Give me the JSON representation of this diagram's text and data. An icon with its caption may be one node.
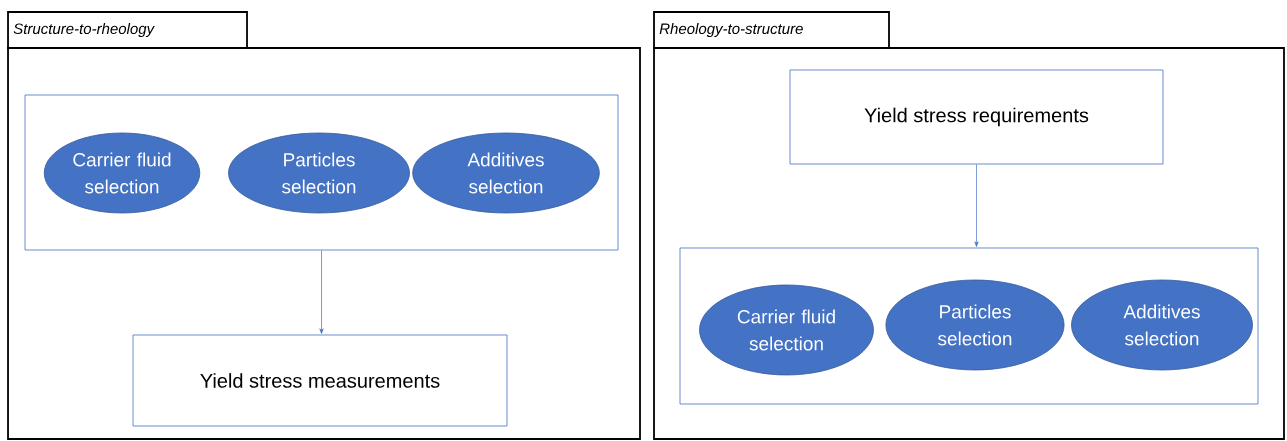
{
  "diagram": {
    "nodes": [
      {
        "text": [
          "Structure-to-rheology"
        ]
      },
      {
        "text": [],
        "shape": "box",
        "in": 0
      },
      {
        "text": [
          "Carrier fluid selection"
        ],
        "in": 1
      },
      {
        "text": [
          "Particles selection"
        ],
        "in": 1
      },
      {
        "text": [
          "Additives selection"
        ],
        "in": 1
      },
      {
        "text": [
          "Yield stress measurements"
        ],
        "in": 0
      },
      {
        "text": [
          "Rheology-to-structure"
        ]
      },
      {
        "text": [
          "Yield stress requirements"
        ],
        "in": 6
      },
      {
        "text": [],
        "shape": "box",
        "in": 6
      },
      {
        "text": [
          "Carrier fluid selection"
        ],
        "in": 8
      },
      {
        "text": [
          "Particles selection"
        ],
        "in": 8
      },
      {
        "text": [
          "Additives selection"
        ],
        "in": 8
      }
    ],
    "edges": [
      {
        "from": 1,
        "to": 5,
        "arrow": "to"
      },
      {
        "from": 7,
        "to": 8,
        "arrow": "to"
      }
    ]
  }
}
